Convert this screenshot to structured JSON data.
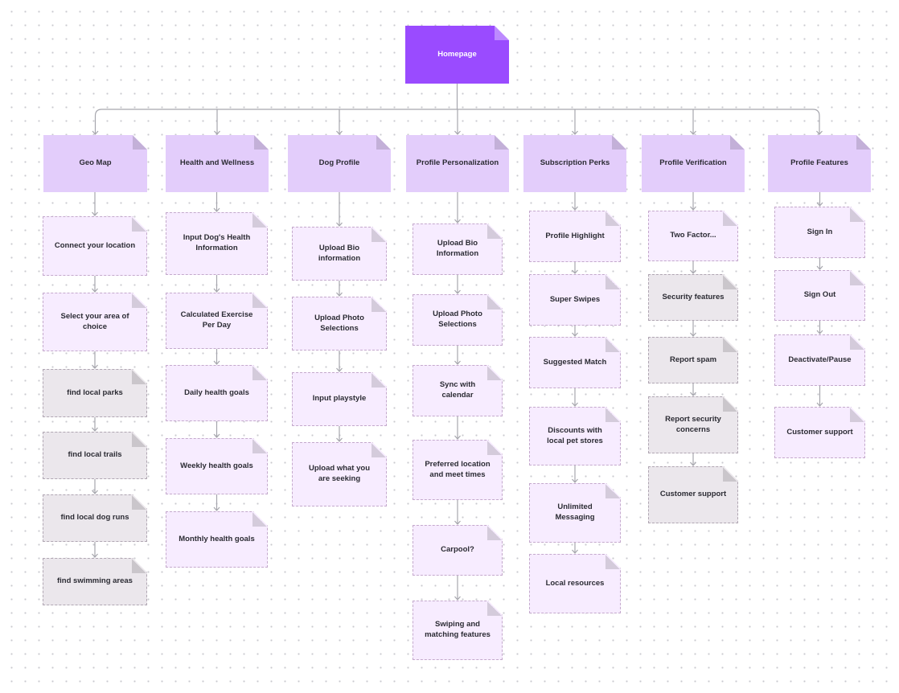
{
  "root": {
    "label": "Homepage"
  },
  "columns": [
    {
      "title": "Geo Map",
      "items": [
        {
          "label": "Connect your location",
          "style": "item"
        },
        {
          "label": "Select your area of choice",
          "style": "item"
        },
        {
          "label": "find local parks",
          "style": "gray"
        },
        {
          "label": "find local trails",
          "style": "gray"
        },
        {
          "label": "find local dog runs",
          "style": "gray"
        },
        {
          "label": "find swimming areas",
          "style": "gray"
        }
      ]
    },
    {
      "title": "Health and Wellness",
      "items": [
        {
          "label": "Input Dog's Health Information",
          "style": "item"
        },
        {
          "label": "Calculated Exercise Per Day",
          "style": "item"
        },
        {
          "label": "Daily health goals",
          "style": "item"
        },
        {
          "label": "Weekly health goals",
          "style": "item"
        },
        {
          "label": "Monthly health goals",
          "style": "item"
        }
      ]
    },
    {
      "title": "Dog Profile",
      "items": [
        {
          "label": "Upload Bio information",
          "style": "item"
        },
        {
          "label": "Upload Photo Selections",
          "style": "item"
        },
        {
          "label": "Input playstyle",
          "style": "item"
        },
        {
          "label": "Upload what you are seeking",
          "style": "item"
        }
      ]
    },
    {
      "title": "Profile Personalization",
      "items": [
        {
          "label": "Upload Bio Information",
          "style": "item"
        },
        {
          "label": "Upload Photo Selections",
          "style": "item"
        },
        {
          "label": "Sync with calendar",
          "style": "item"
        },
        {
          "label": "Preferred location and meet times",
          "style": "item"
        },
        {
          "label": "Carpool?",
          "style": "item"
        },
        {
          "label": "Swiping and matching features",
          "style": "item"
        }
      ]
    },
    {
      "title": "Subscription Perks",
      "items": [
        {
          "label": "Profile Highlight",
          "style": "item"
        },
        {
          "label": "Super Swipes",
          "style": "item"
        },
        {
          "label": "Suggested Match",
          "style": "item"
        },
        {
          "label": "Discounts with local pet stores",
          "style": "item"
        },
        {
          "label": "Unlimited Messaging",
          "style": "item"
        },
        {
          "label": "Local resources",
          "style": "item"
        }
      ]
    },
    {
      "title": "Profile Verification",
      "items": [
        {
          "label": "Two Factor...",
          "style": "item"
        },
        {
          "label": "Security features",
          "style": "gray"
        },
        {
          "label": "Report spam",
          "style": "gray"
        },
        {
          "label": "Report security concerns",
          "style": "gray"
        },
        {
          "label": "Customer support",
          "style": "gray"
        }
      ]
    },
    {
      "title": "Profile Features",
      "items": [
        {
          "label": "Sign In",
          "style": "item"
        },
        {
          "label": "Sign Out",
          "style": "item"
        },
        {
          "label": "Deactivate/Pause",
          "style": "item"
        },
        {
          "label": "Customer support",
          "style": "item"
        }
      ]
    }
  ],
  "colors": {
    "root": "#9a4bff",
    "header": "#e3cdfb",
    "item": "#f7ecff",
    "item_border": "#c4a9cc",
    "gray": "#ebe7ec",
    "connector": "#a6a6ad"
  }
}
